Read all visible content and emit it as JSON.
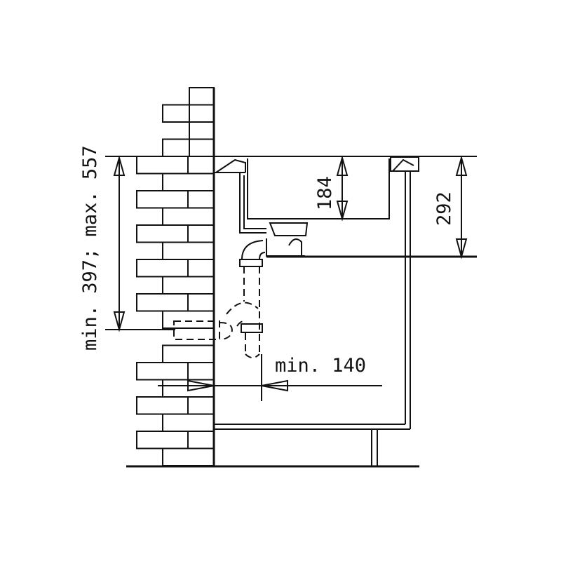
{
  "title": "Sink installation dimensions",
  "dimensions": {
    "drain_height": "min. 397; max. 557",
    "bowl_depth": "184",
    "total_depth": "292",
    "min_clearance": "min. 140"
  },
  "colors": {
    "line": "#111111",
    "background": "#ffffff"
  }
}
